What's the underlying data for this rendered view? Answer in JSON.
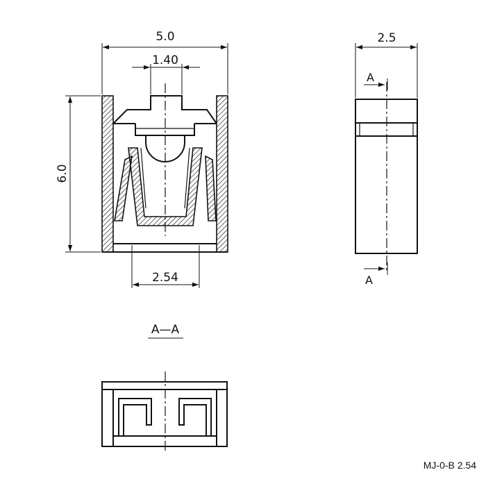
{
  "dimensions": {
    "overall_width": "5.0",
    "slot_width": "1.40",
    "height": "6.0",
    "pitch": "2.54",
    "side_width": "2.5"
  },
  "section": {
    "marker": "A",
    "title": "A—A"
  },
  "part_code": "MJ-0-B 2.54"
}
